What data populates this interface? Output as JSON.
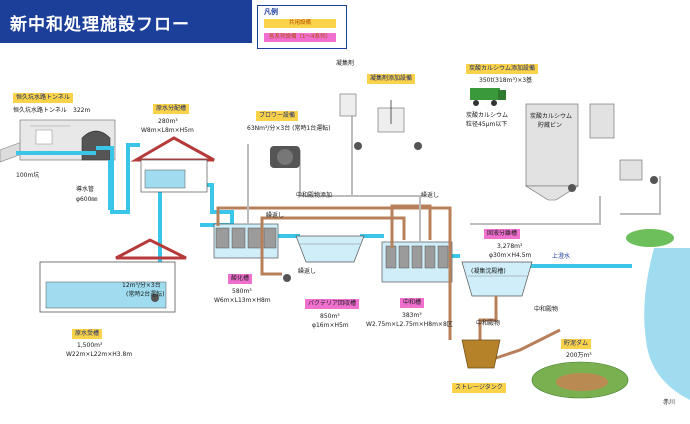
{
  "header": {
    "title": "新中和処理施設フロー"
  },
  "legend": {
    "title": "凡例",
    "items": [
      "共用設備",
      "各系列設備（1～4系列）"
    ]
  },
  "colors": {
    "header": "#1c3f9a",
    "water": "#39c6e8",
    "sludge": "#b7805a",
    "common_tag": "#fbd34b",
    "series_tag": "#f070d0"
  },
  "tunnel": {
    "tag": "恒久坑水路トンネル",
    "desc": "恒久坑水路トンネル",
    "length": "322m",
    "entrance": "100m坑"
  },
  "pipe": {
    "label": "導水管",
    "dia": "φ600㎜"
  },
  "distribution": {
    "tag": "原水分配槽",
    "volume": "280m³",
    "size": "W8m×L8m×H5m"
  },
  "receiving": {
    "tag": "原水受槽",
    "volume": "1,500m³",
    "size": "W22m×L22m×H3.8m",
    "pump": "12m³/分×3台",
    "pump_note": "(常時2台運転)"
  },
  "blower": {
    "tag": "ブロワー設備",
    "spec": "63Nm³/分×3台 (常時1台運転)"
  },
  "coagulant": {
    "top_label": "凝集剤",
    "tag": "凝集剤添加設備"
  },
  "lime": {
    "tag": "炭酸カルシウム添加設備",
    "spec": "350t(318m³)×3基",
    "material": "炭酸カルシウム",
    "particle": "粒径45μm以下",
    "silo_1": "炭酸カルシウム",
    "silo_2": "貯蔵ビン"
  },
  "acid_tank": {
    "tag": "酸化槽",
    "volume": "580m³",
    "size": "W6m×L13m×H8m"
  },
  "bacteria": {
    "tag": "バクテリア回収槽",
    "volume": "850m³",
    "size": "φ16m×H5m"
  },
  "neutral": {
    "tag": "中和槽",
    "volume": "383m³",
    "size": "W2.75m×L2.75m×H8m×8区"
  },
  "separation": {
    "tag": "固液分離槽",
    "volume": "3,278m³",
    "size": "φ30m×H4.5m",
    "inner": "(凝集沈殿槽)"
  },
  "flows": {
    "neutral_sludge_add": "中和殿物添加",
    "return_1": "繰返し",
    "return_2": "繰返し",
    "return_3": "繰返し",
    "clear_water": "上澄水",
    "neutral_sludge_1": "中和殿物",
    "neutral_sludge_2": "中和殿物"
  },
  "storage": {
    "tag": "ストレージタンク"
  },
  "dam": {
    "tag": "貯泥ダム",
    "volume": "200万m³"
  },
  "river": {
    "label": "赤川"
  }
}
